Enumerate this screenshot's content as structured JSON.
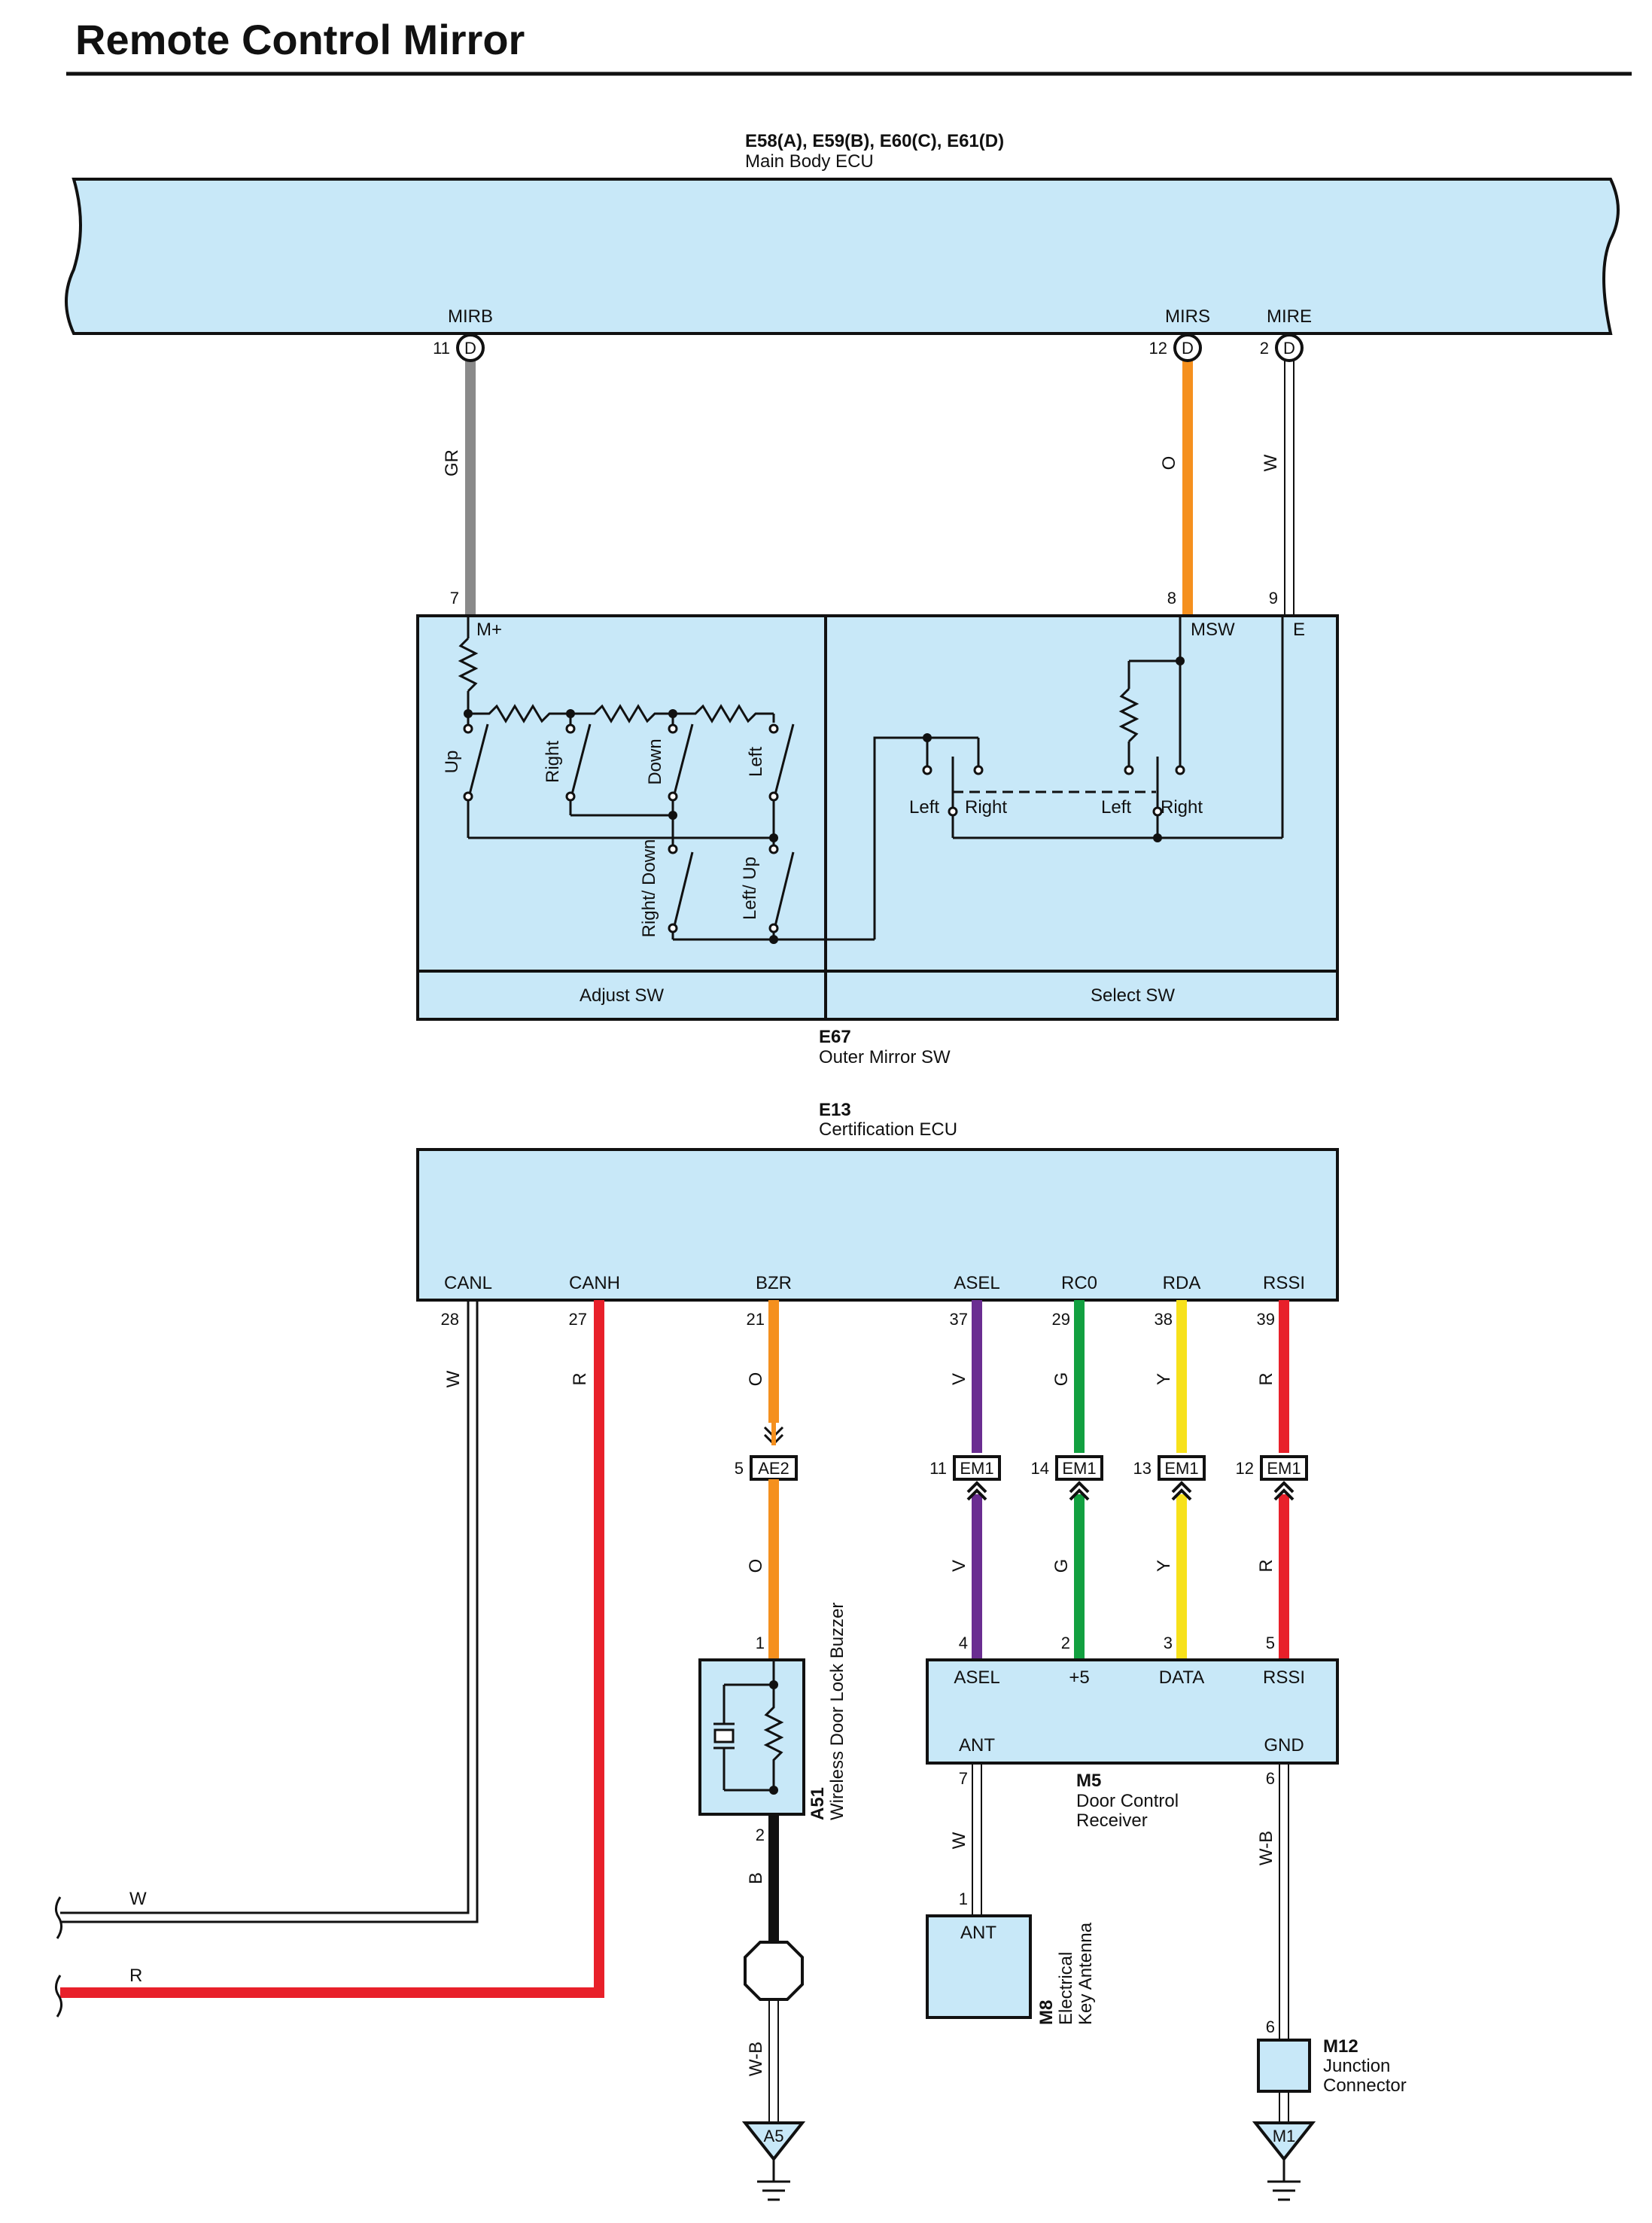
{
  "title": "Remote Control Mirror",
  "colors": {
    "box_fill": "#c8e8f8",
    "wire_gr": "#8a8a8a",
    "wire_o": "#f5901e",
    "wire_w": "#ffffff",
    "wire_r": "#e8202a",
    "wire_v": "#6a2d91",
    "wire_g": "#12a040",
    "wire_y": "#f7e11b",
    "wire_b": "#111111"
  },
  "main_ecu": {
    "connectors": "E58(A), E59(B), E60(C), E61(D)",
    "name": "Main Body ECU",
    "terminals": [
      {
        "name": "MIRB",
        "pin": "11",
        "conn": "D",
        "wire": "GR",
        "dest_pin": "7"
      },
      {
        "name": "MIRS",
        "pin": "12",
        "conn": "D",
        "wire": "O",
        "dest_pin": "8"
      },
      {
        "name": "MIRE",
        "pin": "2",
        "conn": "D",
        "wire": "W",
        "dest_pin": "9"
      }
    ]
  },
  "mirror_sw": {
    "code": "E67",
    "name": "Outer Mirror SW",
    "term_mplus": "M+",
    "term_msw": "MSW",
    "term_e": "E",
    "adjust": [
      "Up",
      "Right",
      "Down",
      "Left"
    ],
    "adjust_lower": [
      "Right/ Down",
      "Left/ Up"
    ],
    "select": [
      "Left",
      "Right",
      "Left",
      "Right"
    ],
    "adjust_label": "Adjust SW",
    "select_label": "Select SW"
  },
  "cert_ecu": {
    "code": "E13",
    "name": "Certification ECU",
    "terminals": [
      {
        "name": "CANL",
        "pin": "28",
        "wire": "W"
      },
      {
        "name": "CANH",
        "pin": "27",
        "wire": "R"
      },
      {
        "name": "BZR",
        "pin": "21",
        "wire": "O",
        "conn": "AE2",
        "conn_pin": "5",
        "wire2": "O",
        "dest_pin": "1"
      },
      {
        "name": "ASEL",
        "pin": "37",
        "wire": "V",
        "conn": "EM1",
        "conn_pin": "11",
        "wire2": "V",
        "dest_pin": "4"
      },
      {
        "name": "RC0",
        "pin": "29",
        "wire": "G",
        "conn": "EM1",
        "conn_pin": "14",
        "wire2": "G",
        "dest_pin": "2"
      },
      {
        "name": "RDA",
        "pin": "38",
        "wire": "Y",
        "conn": "EM1",
        "conn_pin": "13",
        "wire2": "Y",
        "dest_pin": "3"
      },
      {
        "name": "RSSI",
        "pin": "39",
        "wire": "R",
        "conn": "EM1",
        "conn_pin": "12",
        "wire2": "R",
        "dest_pin": "5"
      }
    ]
  },
  "receiver": {
    "code": "M5",
    "name1": "Door Control",
    "name2": "Receiver",
    "terms": [
      "ASEL",
      "+5",
      "DATA",
      "RSSI"
    ],
    "ant": "ANT",
    "gnd": "GND",
    "ant_pin": "7",
    "ant_wire": "W",
    "gnd_pin": "6",
    "gnd_wire": "W-B"
  },
  "buzzer": {
    "code": "A51",
    "name": "Wireless Door Lock Buzzer",
    "pin_out": "2",
    "wire_out": "B",
    "wire_ground": "W-B",
    "ground": "A5"
  },
  "antenna": {
    "code": "M8",
    "name1": "Electrical",
    "name2": "Key Antenna",
    "term": "ANT",
    "pin": "1"
  },
  "junction": {
    "code": "M12",
    "name1": "Junction",
    "name2": "Connector",
    "pin": "6",
    "ground": "M1"
  },
  "left_wires": [
    {
      "label": "W"
    },
    {
      "label": "R"
    }
  ]
}
